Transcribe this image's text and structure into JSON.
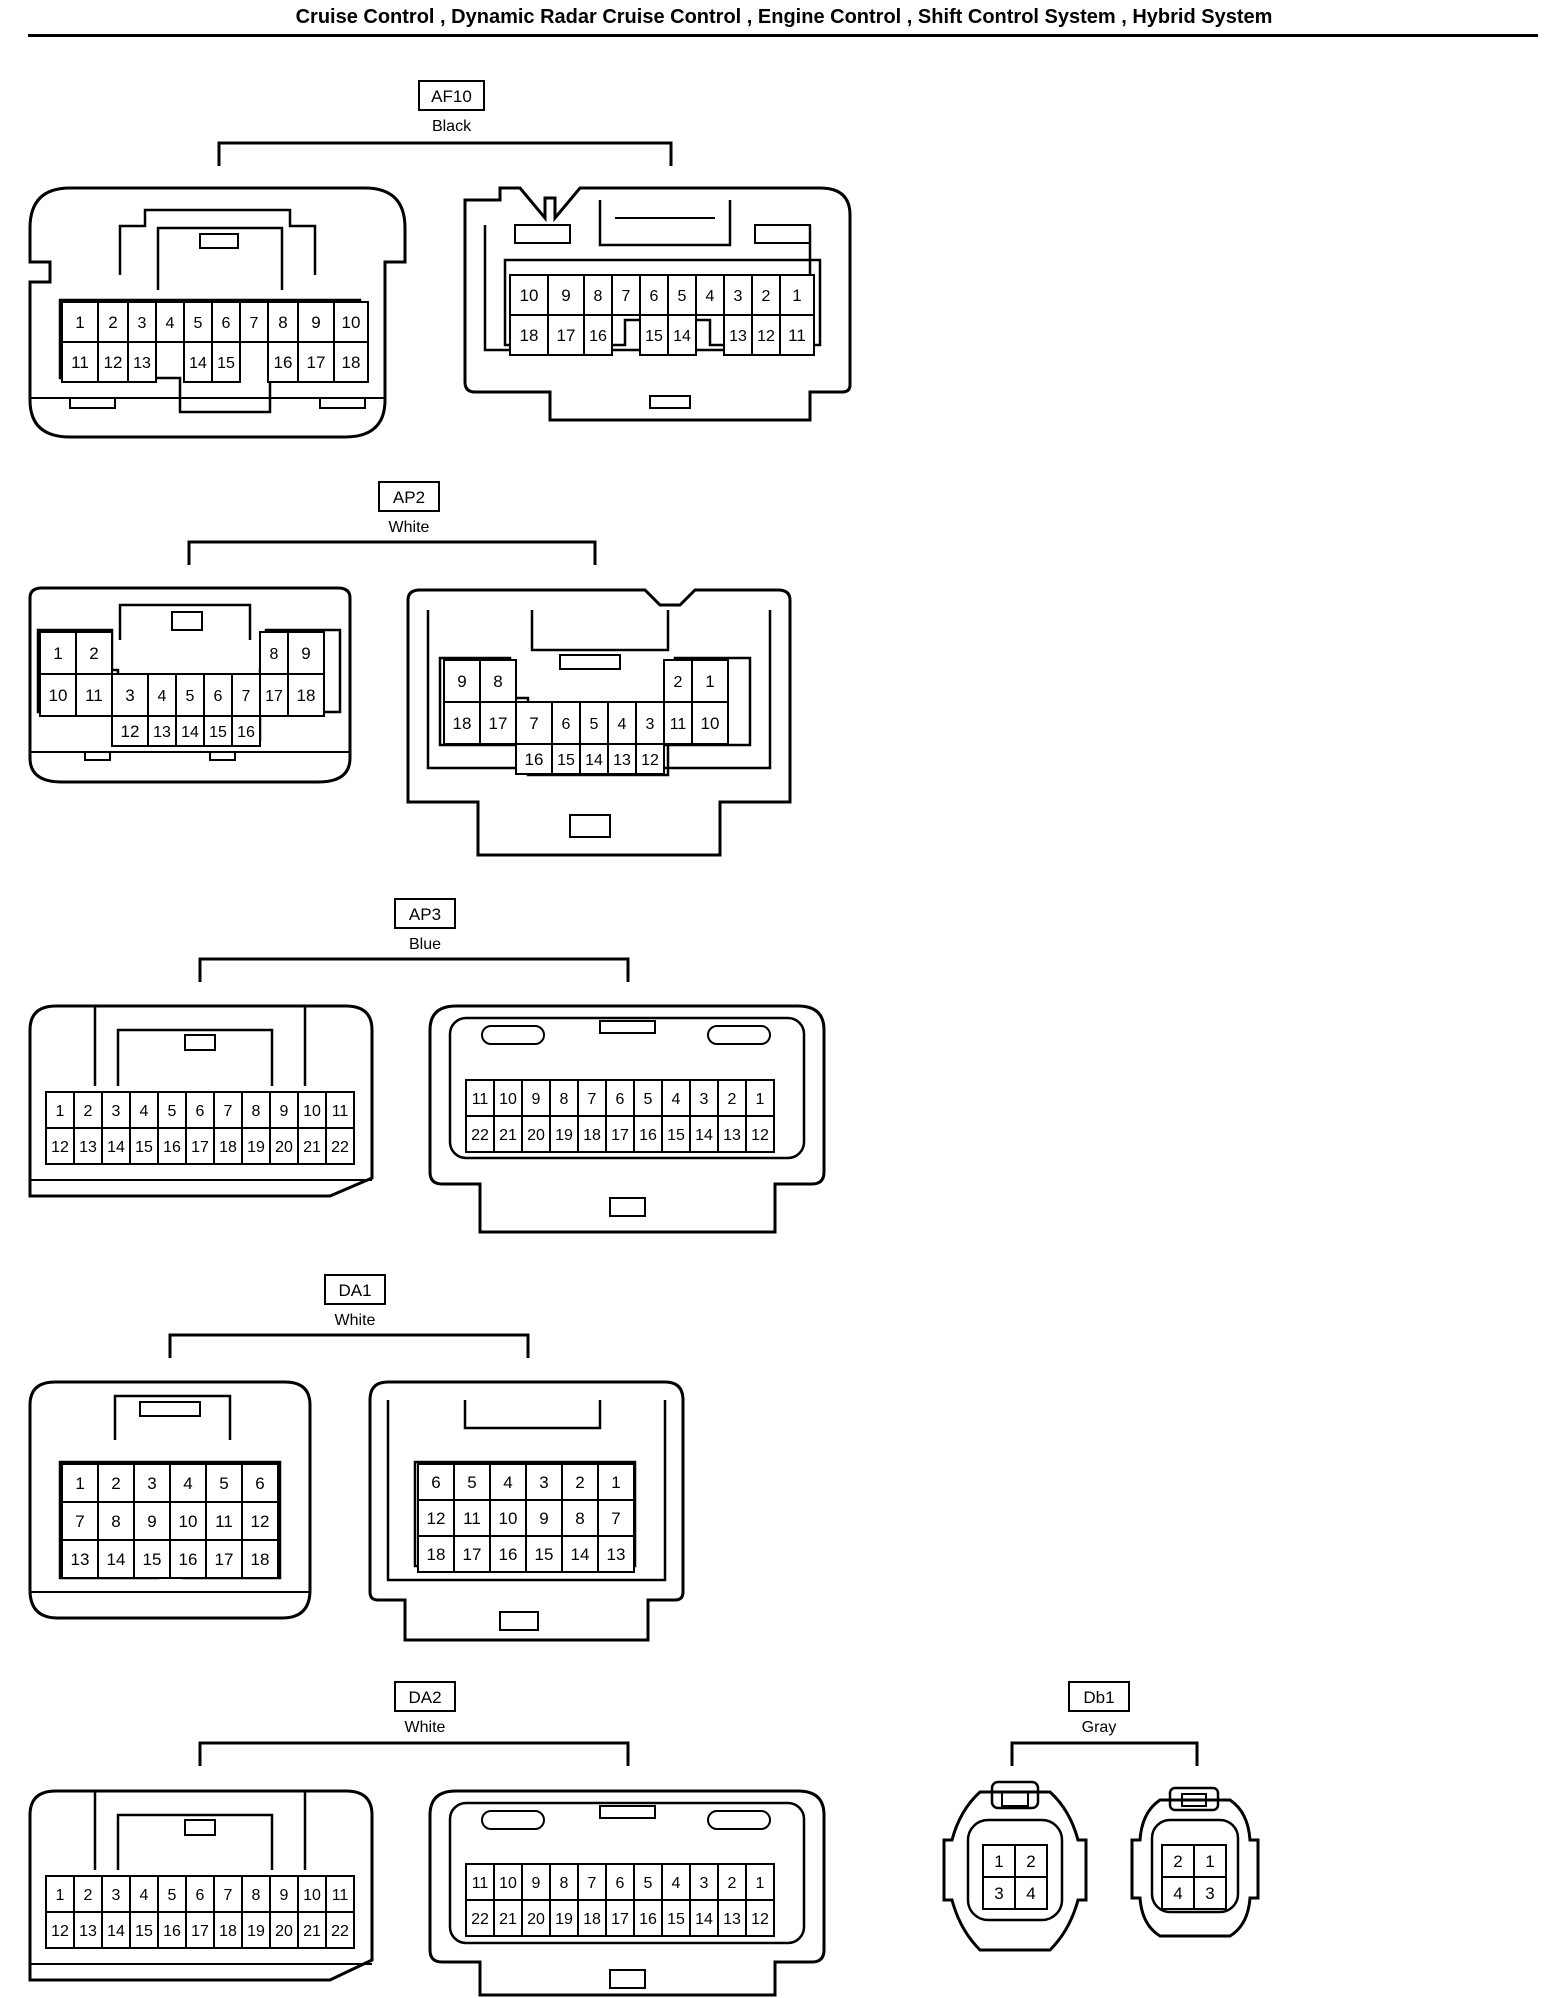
{
  "title": "Cruise Control , Dynamic Radar Cruise Control , Engine Control , Shift Control System , Hybrid System",
  "connectors": [
    {
      "id": "AF10",
      "color": "Black",
      "views": [
        {
          "rows": [
            [
              "1",
              "2",
              "3",
              "4",
              "5",
              "6",
              "7",
              "8",
              "9",
              "10"
            ],
            [
              "11",
              "12",
              "13",
              "",
              "14",
              "15",
              "",
              "16",
              "17",
              "18"
            ]
          ]
        },
        {
          "rows": [
            [
              "10",
              "9",
              "8",
              "7",
              "6",
              "5",
              "4",
              "3",
              "2",
              "1"
            ],
            [
              "18",
              "17",
              "16",
              "",
              "15",
              "14",
              "",
              "13",
              "12",
              "11"
            ]
          ]
        }
      ]
    },
    {
      "id": "AP2",
      "color": "White",
      "views": [
        {
          "rows": [
            [
              "1",
              "2",
              "",
              "",
              "",
              "",
              "",
              "8",
              "9"
            ],
            [
              "10",
              "11",
              "3",
              "4",
              "5",
              "6",
              "7",
              "17",
              "18"
            ],
            [
              "",
              "",
              "12",
              "13",
              "14",
              "15",
              "16",
              "",
              ""
            ]
          ]
        },
        {
          "rows": [
            [
              "9",
              "8",
              "",
              "",
              "",
              "",
              "",
              "2",
              "1"
            ],
            [
              "18",
              "17",
              "7",
              "6",
              "5",
              "4",
              "3",
              "11",
              "10"
            ],
            [
              "",
              "",
              "16",
              "15",
              "14",
              "13",
              "12",
              "",
              ""
            ]
          ]
        }
      ]
    },
    {
      "id": "AP3",
      "color": "Blue",
      "views": [
        {
          "rows": [
            [
              "1",
              "2",
              "3",
              "4",
              "5",
              "6",
              "7",
              "8",
              "9",
              "10",
              "11"
            ],
            [
              "12",
              "13",
              "14",
              "15",
              "16",
              "17",
              "18",
              "19",
              "20",
              "21",
              "22"
            ]
          ]
        },
        {
          "rows": [
            [
              "11",
              "10",
              "9",
              "8",
              "7",
              "6",
              "5",
              "4",
              "3",
              "2",
              "1"
            ],
            [
              "22",
              "21",
              "20",
              "19",
              "18",
              "17",
              "16",
              "15",
              "14",
              "13",
              "12"
            ]
          ]
        }
      ]
    },
    {
      "id": "DA1",
      "color": "White",
      "views": [
        {
          "rows": [
            [
              "1",
              "2",
              "3",
              "4",
              "5",
              "6"
            ],
            [
              "7",
              "8",
              "9",
              "10",
              "11",
              "12"
            ],
            [
              "13",
              "14",
              "15",
              "16",
              "17",
              "18"
            ]
          ]
        },
        {
          "rows": [
            [
              "6",
              "5",
              "4",
              "3",
              "2",
              "1"
            ],
            [
              "12",
              "11",
              "10",
              "9",
              "8",
              "7"
            ],
            [
              "18",
              "17",
              "16",
              "15",
              "14",
              "13"
            ]
          ]
        }
      ]
    },
    {
      "id": "DA2",
      "color": "White",
      "views": [
        {
          "rows": [
            [
              "1",
              "2",
              "3",
              "4",
              "5",
              "6",
              "7",
              "8",
              "9",
              "10",
              "11"
            ],
            [
              "12",
              "13",
              "14",
              "15",
              "16",
              "17",
              "18",
              "19",
              "20",
              "21",
              "22"
            ]
          ]
        },
        {
          "rows": [
            [
              "11",
              "10",
              "9",
              "8",
              "7",
              "6",
              "5",
              "4",
              "3",
              "2",
              "1"
            ],
            [
              "22",
              "21",
              "20",
              "19",
              "18",
              "17",
              "16",
              "15",
              "14",
              "13",
              "12"
            ]
          ]
        }
      ]
    },
    {
      "id": "Db1",
      "color": "Gray",
      "views": [
        {
          "rows": [
            [
              "1",
              "2"
            ],
            [
              "3",
              "4"
            ]
          ]
        },
        {
          "rows": [
            [
              "2",
              "1"
            ],
            [
              "4",
              "3"
            ]
          ]
        }
      ]
    }
  ]
}
